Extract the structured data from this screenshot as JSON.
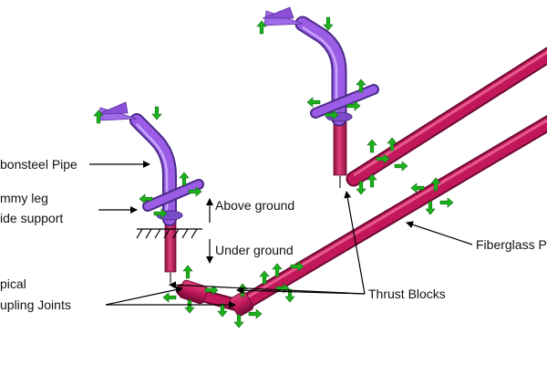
{
  "labels": {
    "carbon_steel_pipe": "bonsteel Pipe",
    "dummy_leg_1": "mmy leg",
    "dummy_leg_2": "ide support",
    "above_ground": "Above ground",
    "under_ground": "Under ground",
    "coupling_1": "pical",
    "coupling_2": "upling Joints",
    "thrust_blocks": "Thrust Blocks",
    "fiberglass": "Fiberglass P"
  },
  "colors": {
    "steel_pipe": "#9b5de5",
    "steel_pipe_dark": "#6a3fb5",
    "fiberglass_pipe": "#c2185b",
    "fiberglass_pipe_dark": "#7a0d3a",
    "restraint_arrow": "#1db31d",
    "restraint_arrow_dark": "#0b6b0b",
    "leader_line": "#000000"
  }
}
